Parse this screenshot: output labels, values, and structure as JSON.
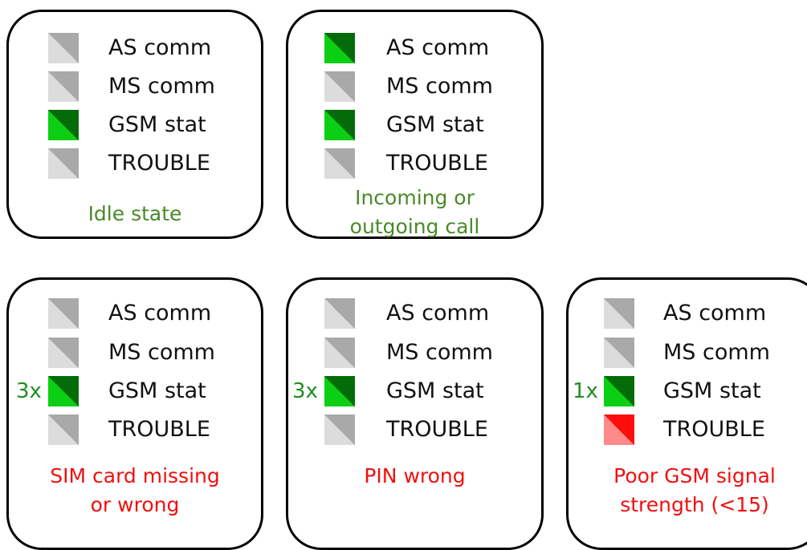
{
  "labels": {
    "as": "AS comm",
    "ms": "MS comm",
    "gsm": "GSM stat",
    "trouble": "TROUBLE"
  },
  "panels": [
    {
      "caption": [
        "Idle state"
      ],
      "caption_color": "#4a8a2a",
      "leds": [
        "grey",
        "grey",
        "green",
        "grey"
      ],
      "blink": ""
    },
    {
      "caption": [
        "Incoming or",
        "outgoing call"
      ],
      "caption_color": "#4a8a2a",
      "leds": [
        "green",
        "grey",
        "green",
        "grey"
      ],
      "blink": ""
    },
    {
      "caption": [
        "SIM card missing",
        "or wrong"
      ],
      "caption_color": "#f01010",
      "leds": [
        "grey",
        "grey",
        "green",
        "grey"
      ],
      "blink": "3x"
    },
    {
      "caption": [
        "PIN wrong"
      ],
      "caption_color": "#f01010",
      "leds": [
        "grey",
        "grey",
        "green",
        "grey"
      ],
      "blink": "3x"
    },
    {
      "caption": [
        "Poor GSM signal",
        "strength (<15)"
      ],
      "caption_color": "#f01010",
      "leds": [
        "grey",
        "grey",
        "green",
        "red"
      ],
      "blink": "1x"
    }
  ],
  "colors": {
    "led_grey": "#a9a9a9",
    "led_green": "#0bcf13",
    "led_red": "#ff0d0d"
  }
}
